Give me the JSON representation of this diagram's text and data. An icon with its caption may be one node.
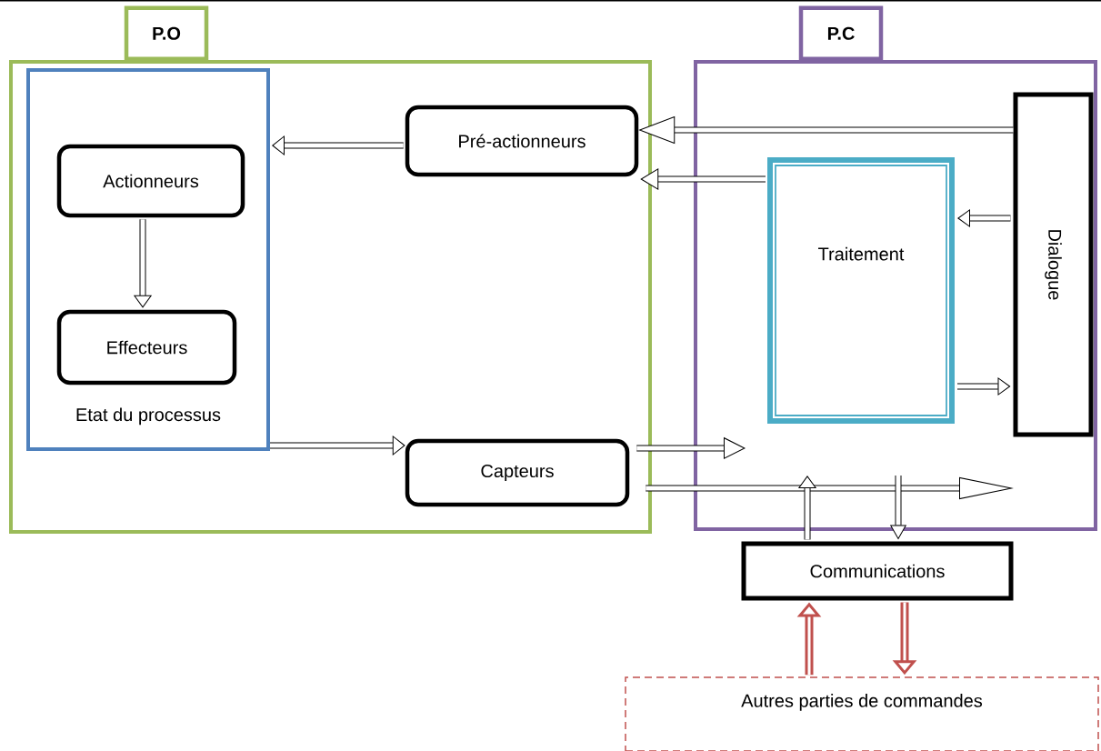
{
  "diagram": {
    "nodes": [
      {
        "text": [
          "P.O"
        ]
      },
      {
        "text": [
          "Etat du processus"
        ],
        "in": 0
      },
      {
        "text": [
          "Actionneurs"
        ],
        "in": 1
      },
      {
        "text": [
          "Effecteurs"
        ],
        "in": 1
      },
      {
        "text": [
          "Pré-actionneurs"
        ],
        "in": 0
      },
      {
        "text": [
          "Capteurs"
        ],
        "in": 0
      },
      {
        "text": [
          "P.C"
        ]
      },
      {
        "text": [
          "Traitement"
        ],
        "in": 6
      },
      {
        "text": [
          "Dialogue"
        ],
        "in": 6
      },
      {
        "text": [
          "Communications"
        ]
      },
      {
        "text": [
          "Autres parties de commandes"
        ]
      }
    ],
    "edges": [
      {
        "from": 2,
        "to": 3,
        "arrow": "to"
      },
      {
        "from": 4,
        "to": 1,
        "arrow": "to"
      },
      {
        "from": 1,
        "to": 5,
        "arrow": "to"
      },
      {
        "from": 8,
        "to": 4,
        "arrow": "to"
      },
      {
        "from": 7,
        "to": 4,
        "arrow": "to"
      },
      {
        "from": 8,
        "to": 7,
        "arrow": "to"
      },
      {
        "from": 7,
        "to": 8,
        "arrow": "to"
      },
      {
        "from": 5,
        "to": null,
        "arrow": "to"
      },
      {
        "from": 5,
        "to": null,
        "arrow": "to"
      },
      {
        "from": 9,
        "to": null,
        "arrow": "to"
      },
      {
        "from": null,
        "to": 9,
        "arrow": "to"
      },
      {
        "from": 10,
        "to": 9,
        "arrow": "to",
        "color": "#c0504d"
      },
      {
        "from": 9,
        "to": 10,
        "arrow": "to",
        "color": "#c0504d"
      }
    ]
  }
}
